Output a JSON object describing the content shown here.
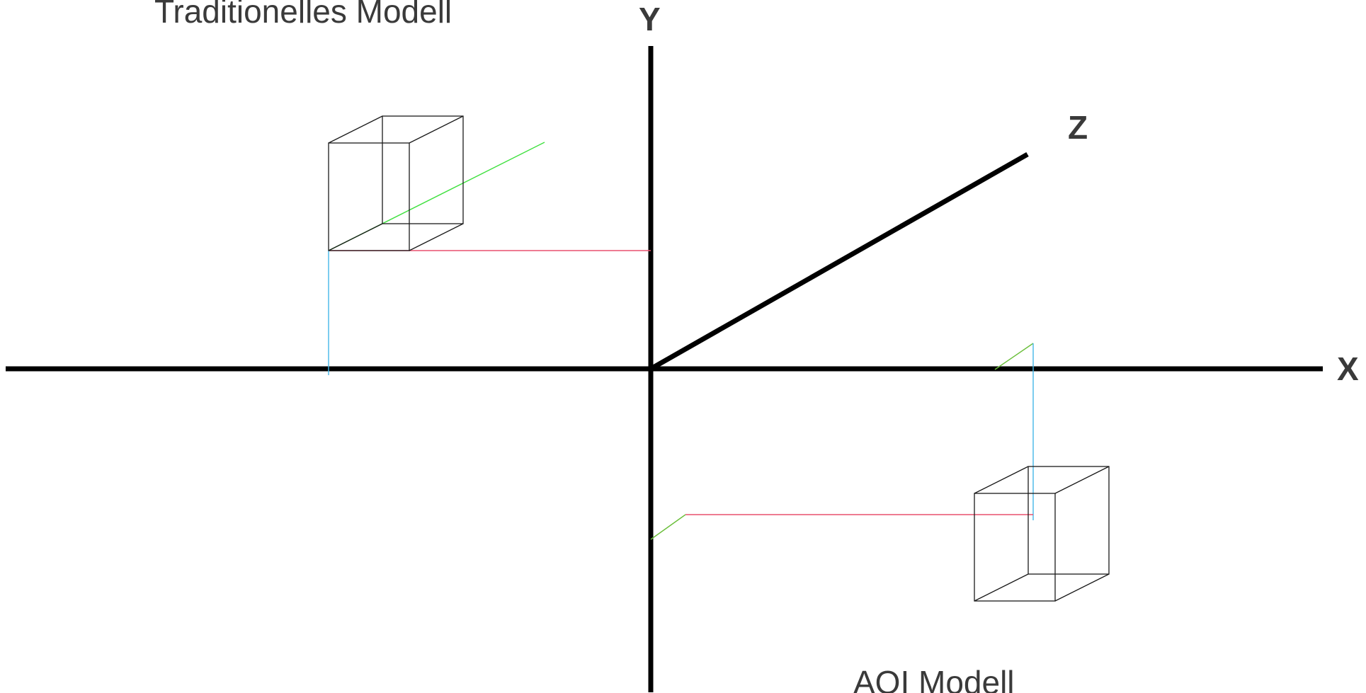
{
  "axes": {
    "x_label": "X",
    "y_label": "Y",
    "z_label": "Z"
  },
  "models": {
    "traditional": {
      "title": "Traditionelles Modell"
    },
    "aoi": {
      "title": "AOI Modell"
    }
  },
  "colors": {
    "axis": "#000000",
    "label_text": "#3a3a3a",
    "cube_edge": "#1a1a1a",
    "x_projection": "#e8506e",
    "y_projection": "#45b6e8",
    "z_projection_traditional": "#3ee03e",
    "z_projection_aoi": "#6abf3a"
  }
}
